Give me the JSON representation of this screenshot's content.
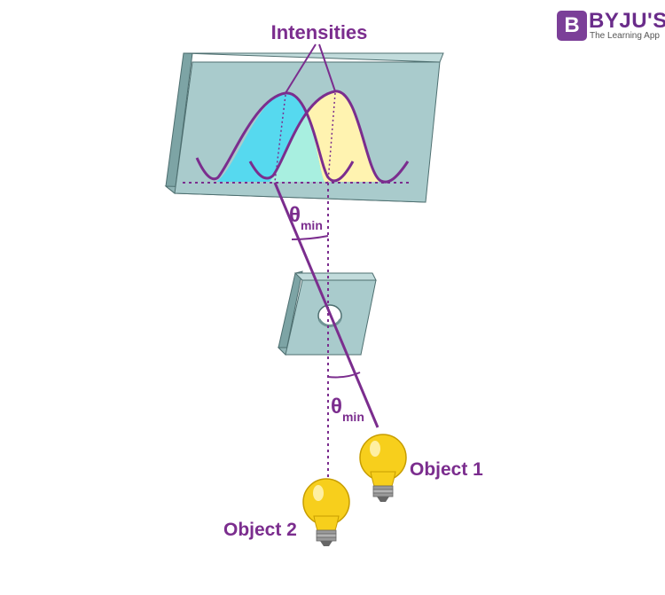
{
  "labels": {
    "intensities": "Intensities",
    "theta_upper": "θ",
    "theta_upper_sub": "min",
    "theta_lower": "θ",
    "theta_lower_sub": "min",
    "object1": "Object 1",
    "object2": "Object 2"
  },
  "logo": {
    "mark": "B",
    "word": "BYJU'S",
    "tagline": "The Learning App"
  },
  "colors": {
    "accent": "#7b2d8e",
    "screen_face": "#a9cbcc",
    "screen_edge": "#7da4a5",
    "curve1_fill": "#56d9ef",
    "curve2_fill": "#fff3b0",
    "overlap_fill": "#a8efe0",
    "bulb_yellow": "#f7cf1c",
    "bulb_base": "#9a9a9a"
  }
}
